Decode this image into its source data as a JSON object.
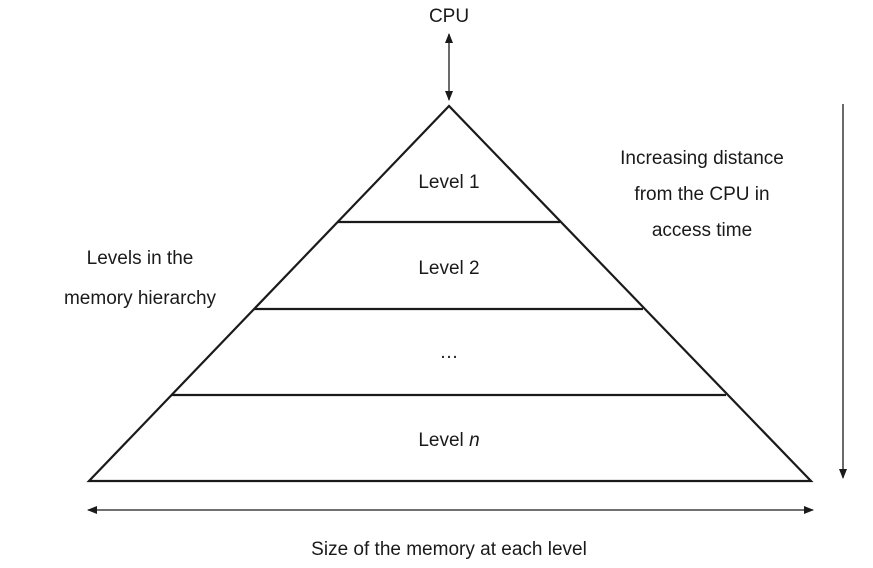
{
  "cpu_label": "CPU",
  "levels": [
    {
      "name": "Level 1"
    },
    {
      "name": "Level 2"
    },
    {
      "name": "…"
    },
    {
      "name": "Level ",
      "italic_suffix": "n"
    }
  ],
  "left_label": [
    "Levels in the",
    "memory hierarchy"
  ],
  "right_label": [
    "Increasing distance",
    "from the CPU in",
    "access time"
  ],
  "bottom_label": "Size of the memory at each level"
}
